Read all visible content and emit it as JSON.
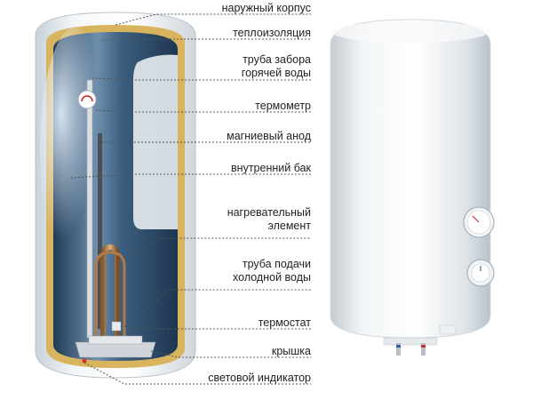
{
  "labels": [
    {
      "text": "наружный корпус"
    },
    {
      "text": "теплоизоляция"
    },
    {
      "text": "труба забора\nгорячей воды"
    },
    {
      "text": "термометр"
    },
    {
      "text": "магниевый анод"
    },
    {
      "text": "внутренний бак"
    },
    {
      "text": "нагревательный\nэлемент"
    },
    {
      "text": "труба подачи\nхолодной воды"
    },
    {
      "text": "термостат"
    },
    {
      "text": "крышка"
    },
    {
      "text": "световой индикатор"
    }
  ],
  "colors": {
    "label_text": "#222222",
    "leader_line": "#555555",
    "insulation": "#d8b45e",
    "inner_tank": "#3a5f80",
    "shell": "#eef2f5"
  }
}
